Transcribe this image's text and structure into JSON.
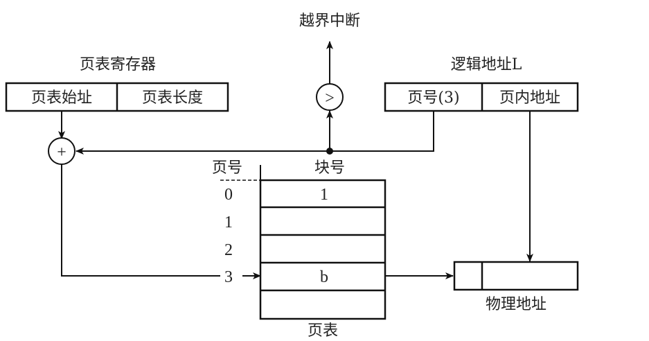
{
  "title": "分页存储管理地址变换",
  "interrupt_label": "越界中断",
  "comparator_symbol": ">",
  "adder_symbol": "+",
  "page_table_register": {
    "title": "页表寄存器",
    "fields": [
      "页表始址",
      "页表长度"
    ]
  },
  "logical_address": {
    "title": "逻辑地址L",
    "fields": [
      "页号(3)",
      "页内地址"
    ]
  },
  "page_table": {
    "caption": "页表",
    "col_page": "页号",
    "col_block": "块号",
    "rows": [
      {
        "page": "0",
        "block": "1"
      },
      {
        "page": "1",
        "block": ""
      },
      {
        "page": "2",
        "block": ""
      },
      {
        "page": "3",
        "block": "b"
      },
      {
        "page": "",
        "block": ""
      }
    ]
  },
  "physical_address": {
    "title": "物理地址"
  }
}
